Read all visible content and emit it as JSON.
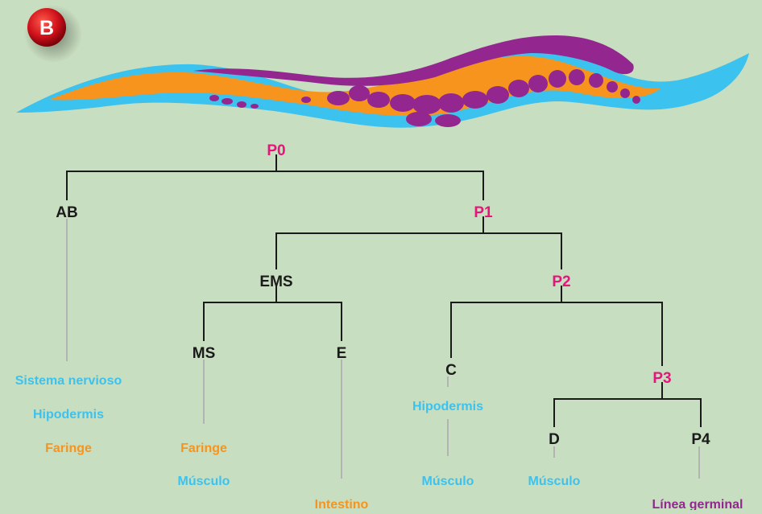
{
  "badge": {
    "letter": "B"
  },
  "colors": {
    "background": "#c8dec0",
    "dark_node": "#1a1a1a",
    "germline_node": "#e5157a",
    "nervous_hypodermis_muscle": "#3cc2ee",
    "pharynx_intestine": "#f7941d",
    "germline_fate": "#93278f",
    "line_dark": "#1a1a1a",
    "line_light": "#b3b3b3"
  },
  "worm": {
    "layers": [
      "cyan body",
      "orange tissue",
      "purple tissue"
    ]
  },
  "nodes": [
    {
      "id": "P0",
      "label": "P0",
      "color": "germline_node"
    },
    {
      "id": "AB",
      "label": "AB",
      "color": "dark_node"
    },
    {
      "id": "P1",
      "label": "P1",
      "color": "germline_node"
    },
    {
      "id": "EMS",
      "label": "EMS",
      "color": "dark_node"
    },
    {
      "id": "P2",
      "label": "P2",
      "color": "germline_node"
    },
    {
      "id": "MS",
      "label": "MS",
      "color": "dark_node"
    },
    {
      "id": "E",
      "label": "E",
      "color": "dark_node"
    },
    {
      "id": "C",
      "label": "C",
      "color": "dark_node"
    },
    {
      "id": "P3",
      "label": "P3",
      "color": "germline_node"
    },
    {
      "id": "D",
      "label": "D",
      "color": "dark_node"
    },
    {
      "id": "P4",
      "label": "P4",
      "color": "dark_node"
    }
  ],
  "edges": [
    {
      "from": "P0",
      "to": "AB"
    },
    {
      "from": "P0",
      "to": "P1"
    },
    {
      "from": "P1",
      "to": "EMS"
    },
    {
      "from": "P1",
      "to": "P2"
    },
    {
      "from": "EMS",
      "to": "MS"
    },
    {
      "from": "EMS",
      "to": "E"
    },
    {
      "from": "P2",
      "to": "C"
    },
    {
      "from": "P2",
      "to": "P3"
    },
    {
      "from": "P3",
      "to": "D"
    },
    {
      "from": "P3",
      "to": "P4"
    }
  ],
  "fates": [
    {
      "id": "ab-nervous",
      "parent": "AB",
      "label": "Sistema nervioso",
      "color": "nervous_hypodermis_muscle"
    },
    {
      "id": "ab-hypodermis",
      "parent": "AB",
      "label": "Hipodermis",
      "color": "nervous_hypodermis_muscle"
    },
    {
      "id": "ab-pharynx",
      "parent": "AB",
      "label": "Faringe",
      "color": "pharynx_intestine"
    },
    {
      "id": "ms-pharynx",
      "parent": "MS",
      "label": "Faringe",
      "color": "pharynx_intestine"
    },
    {
      "id": "ms-muscle",
      "parent": "MS",
      "label": "Músculo",
      "color": "nervous_hypodermis_muscle"
    },
    {
      "id": "e-intestine",
      "parent": "E",
      "label": "Intestino",
      "color": "pharynx_intestine"
    },
    {
      "id": "c-hypodermis",
      "parent": "C",
      "label": "Hipodermis",
      "color": "nervous_hypodermis_muscle"
    },
    {
      "id": "c-muscle",
      "parent": "C",
      "label": "Músculo",
      "color": "nervous_hypodermis_muscle"
    },
    {
      "id": "d-muscle",
      "parent": "D",
      "label": "Músculo",
      "color": "nervous_hypodermis_muscle"
    },
    {
      "id": "p4-germline",
      "parent": "P4",
      "label": "Línea germinal",
      "color": "germline_fate"
    }
  ]
}
